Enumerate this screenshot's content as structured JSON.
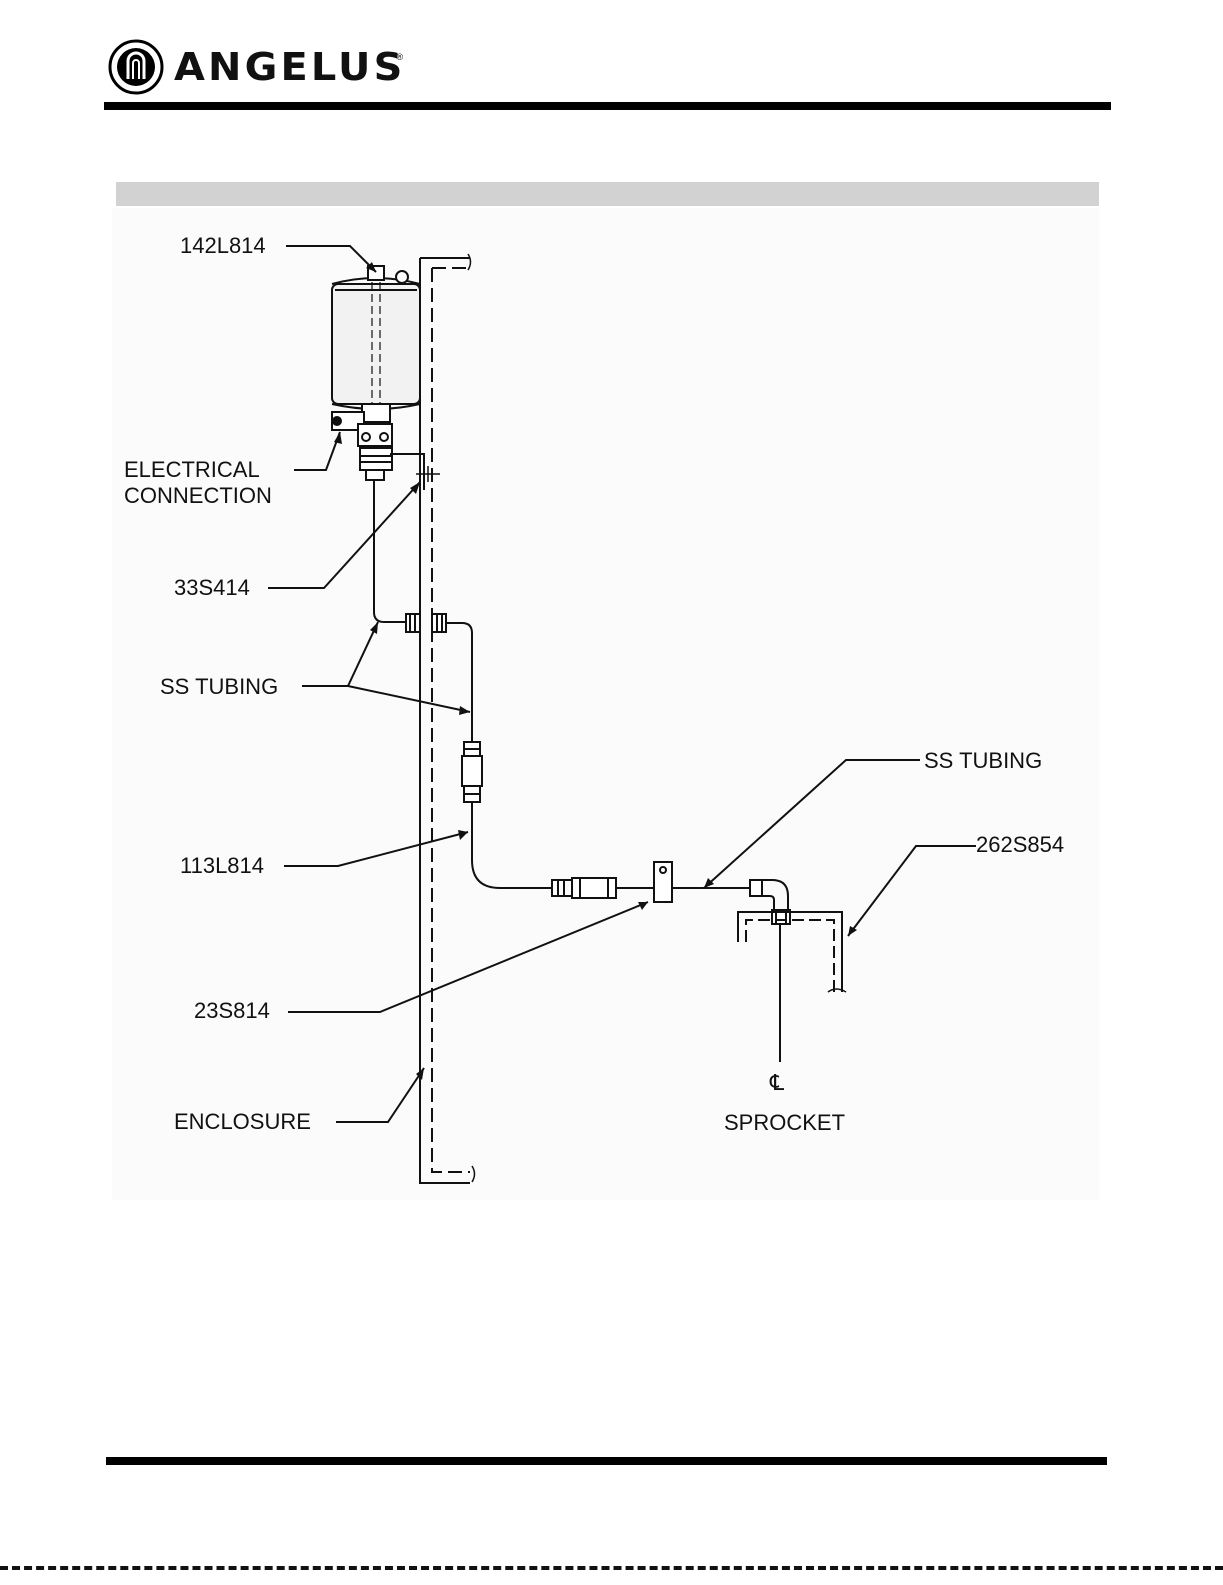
{
  "header": {
    "brand_name": "ANGELUS",
    "brand_registered": "®"
  },
  "title_bar": {
    "text": ""
  },
  "diagram": {
    "labels": {
      "part_142L814": "142L814",
      "electrical_connection_line1": "ELECTRICAL",
      "electrical_connection_line2": "CONNECTION",
      "part_33S414": "33S414",
      "ss_tubing_left": "SS TUBING",
      "part_113L814": "113L814",
      "part_23S814": "23S814",
      "enclosure": "ENCLOSURE",
      "ss_tubing_right": "SS TUBING",
      "part_262S854": "262S854",
      "centerline_symbol": "℄",
      "sprocket": "SPROCKET"
    }
  },
  "colors": {
    "ink": "#111111",
    "rule": "#000000",
    "title_bar": "#d2d2d2"
  }
}
